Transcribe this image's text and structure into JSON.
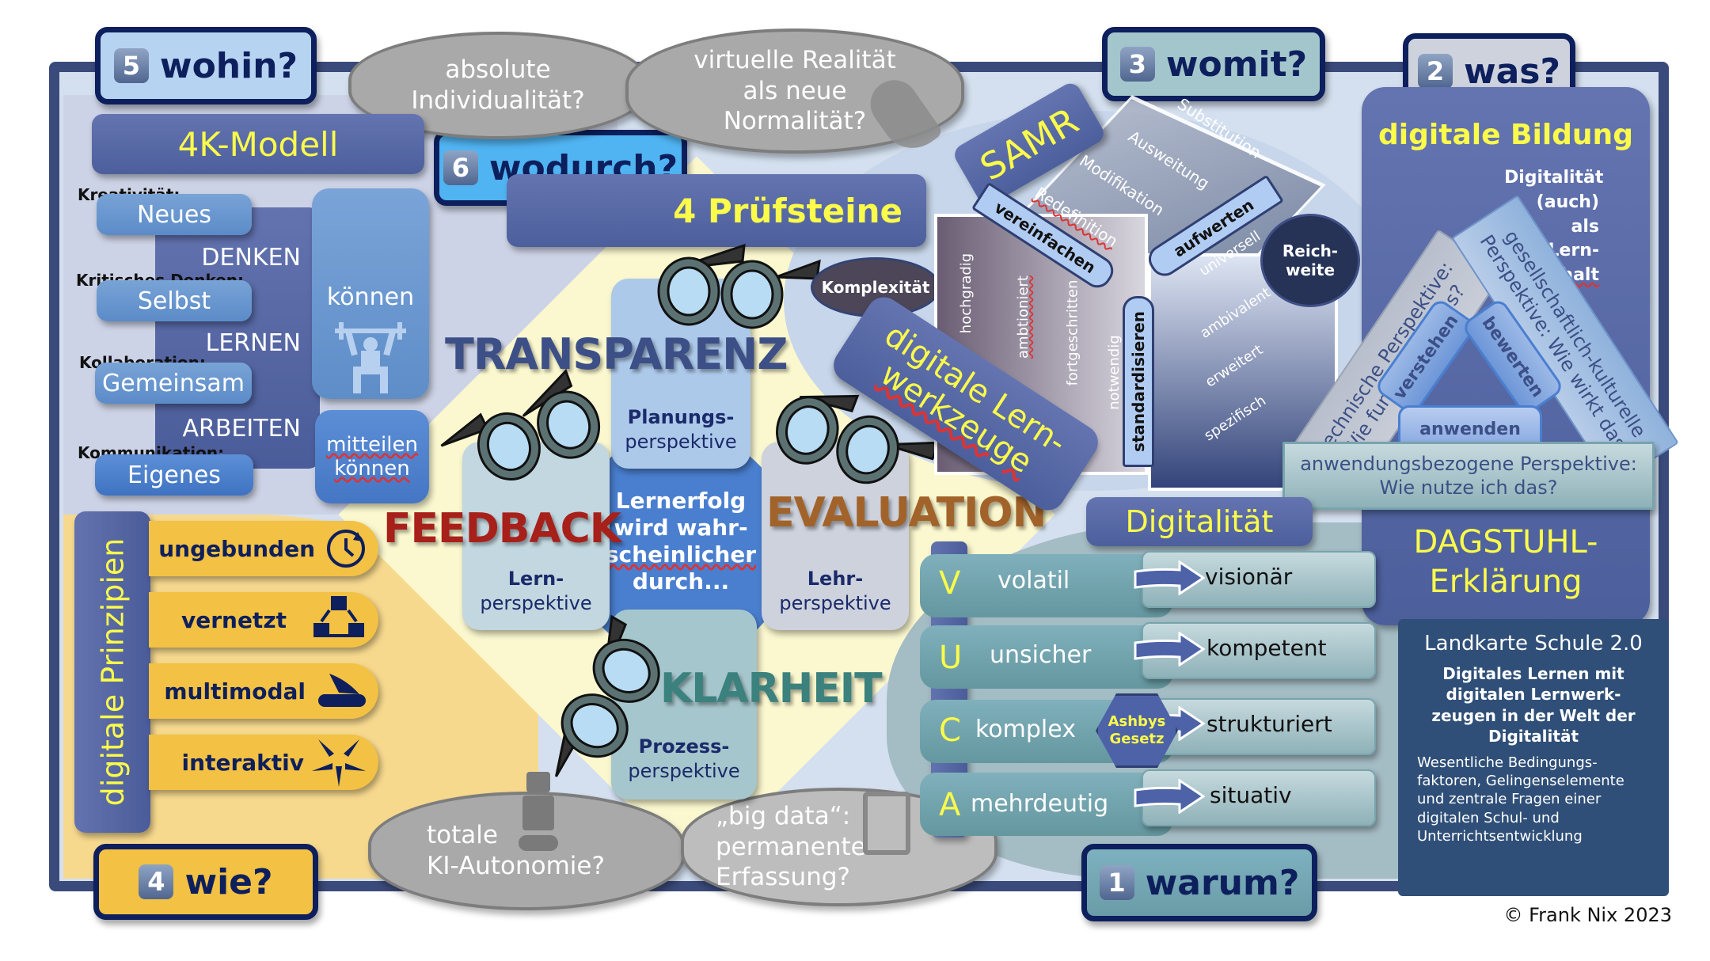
{
  "questions": {
    "q1": {
      "num": "1",
      "label": "warum?"
    },
    "q2": {
      "num": "2",
      "label": "was?"
    },
    "q3": {
      "num": "3",
      "label": "womit?"
    },
    "q4": {
      "num": "4",
      "label": "wie?"
    },
    "q5": {
      "num": "5",
      "label": "wohin?"
    },
    "q6": {
      "num": "6",
      "label": "wodurch?"
    }
  },
  "clouds": {
    "individualitaet": [
      "absolute",
      "Individualität?"
    ],
    "vr": [
      "virtuelle Realität",
      "als neue",
      "Normalität?"
    ],
    "ki": [
      "totale",
      "KI-Autonomie?"
    ],
    "bigdata": [
      "„big data“:",
      "permanente",
      "Erfassung?"
    ]
  },
  "model4k": {
    "title": "4K-Modell",
    "rows": [
      {
        "label": "Kreativität:",
        "value": "Neues"
      },
      {
        "label": "Kritisches Denken:",
        "value": "Selbst"
      },
      {
        "label": "Kollaboration:",
        "value": "Gemeinsam"
      },
      {
        "label": "Kommunikation:",
        "value": "Eigenes"
      }
    ],
    "verbs": [
      "DENKEN",
      "LERNEN",
      "ARBEITEN"
    ],
    "koennen": "können",
    "mitteilen": [
      "mitteilen",
      "können"
    ]
  },
  "pruefsteine": {
    "title": "4 Prüfsteine",
    "center": [
      "Lernerfolg",
      "wird wahr-",
      "scheinlicher",
      "durch..."
    ],
    "items": [
      {
        "title": "TRANSPARENZ",
        "perspective": [
          "Planungs-",
          "perspektive"
        ],
        "color": "#3c4f86"
      },
      {
        "title": "FEEDBACK",
        "perspective": [
          "Lern-",
          "perspektive"
        ],
        "color": "#a8201a"
      },
      {
        "title": "EVALUATION",
        "perspective": [
          "Lehr-",
          "perspektive"
        ],
        "color": "#a2632a"
      },
      {
        "title": "KLARHEIT",
        "perspective": [
          "Prozess-",
          "perspektive"
        ],
        "color": "#3b817d"
      }
    ],
    "komplexitaet": "Komplexität"
  },
  "samr": {
    "title": "SAMR",
    "levels": [
      "Substitution",
      "Ausweitung",
      "Modifikation",
      "Redefinition"
    ],
    "depth": [
      "hochgradig",
      "ambtioniert",
      "fortgeschritten",
      "notwendig"
    ],
    "reach": [
      "universell",
      "ambivalent",
      "erweitert",
      "spezifisch"
    ],
    "arrows": {
      "left": "vereinfachen",
      "right": "aufwerten",
      "vertical": "standardisieren"
    },
    "reichweite": [
      "Reich-",
      "weite"
    ],
    "tools": [
      "digitale Lern-",
      "werkzeuge"
    ]
  },
  "bildung": {
    "title": "digitale Bildung",
    "note": [
      "Digitalität",
      "(auch) als",
      "Lern-",
      "inhalt"
    ],
    "technisch": [
      "technische Perspektive:",
      "Wie funktioniert das?"
    ],
    "gesellschaftlich": [
      "gesellschaftlich-kulturelle",
      "Perspektive: Wie wirkt das?"
    ],
    "anwendung": [
      "anwendungsbezogene Perspektive:",
      "Wie nutze ich das?"
    ],
    "verbs": {
      "verstehen": "verstehen",
      "bewerten": "bewerten",
      "anwenden": "anwenden"
    },
    "dagstuhl": [
      "DAGSTUHL-",
      "Erklärung"
    ]
  },
  "prinzipien": {
    "title": "digitale Prinzipien",
    "items": [
      {
        "label": "ungebunden",
        "icon": "clock-refresh-icon"
      },
      {
        "label": "vernetzt",
        "icon": "network-cubes-icon"
      },
      {
        "label": "multimodal",
        "icon": "pocket-knife-icon"
      },
      {
        "label": "interaktiv",
        "icon": "hands-circle-icon"
      }
    ]
  },
  "vuca": {
    "title": "Digitalität",
    "rows": [
      {
        "letter": "V",
        "from": "volatil",
        "to": "visionär"
      },
      {
        "letter": "U",
        "from": "unsicher",
        "to": "kompetent"
      },
      {
        "letter": "C",
        "from": "komplex",
        "to": "strukturiert"
      },
      {
        "letter": "A",
        "from": "mehrdeutig",
        "to": "situativ"
      }
    ],
    "ashby": [
      "Ashbys",
      "Gesetz"
    ]
  },
  "info": {
    "title": "Landkarte Schule 2.0",
    "subtitle": [
      "Digitales Lernen mit",
      "digitalen Lernwerk-",
      "zeugen in der Welt der",
      "Digitalität"
    ],
    "body": [
      "Wesentliche Bedingungs-",
      "faktoren, Gelingenselemente",
      "und zentrale Fragen einer",
      "digitalen Schul- und",
      "Unterrichtsentwicklung"
    ]
  },
  "copyright": "© Frank Nix 2023",
  "colors": {
    "frame": "#3a4a7a",
    "navy": "#0d1f5c",
    "headerBlue": "#5468a6",
    "accentYellow": "#fbfb4a",
    "prinzipienGold": "#f3c143",
    "vucaTeal": "#6c9ea9",
    "infoBox": "#2f4f78"
  }
}
